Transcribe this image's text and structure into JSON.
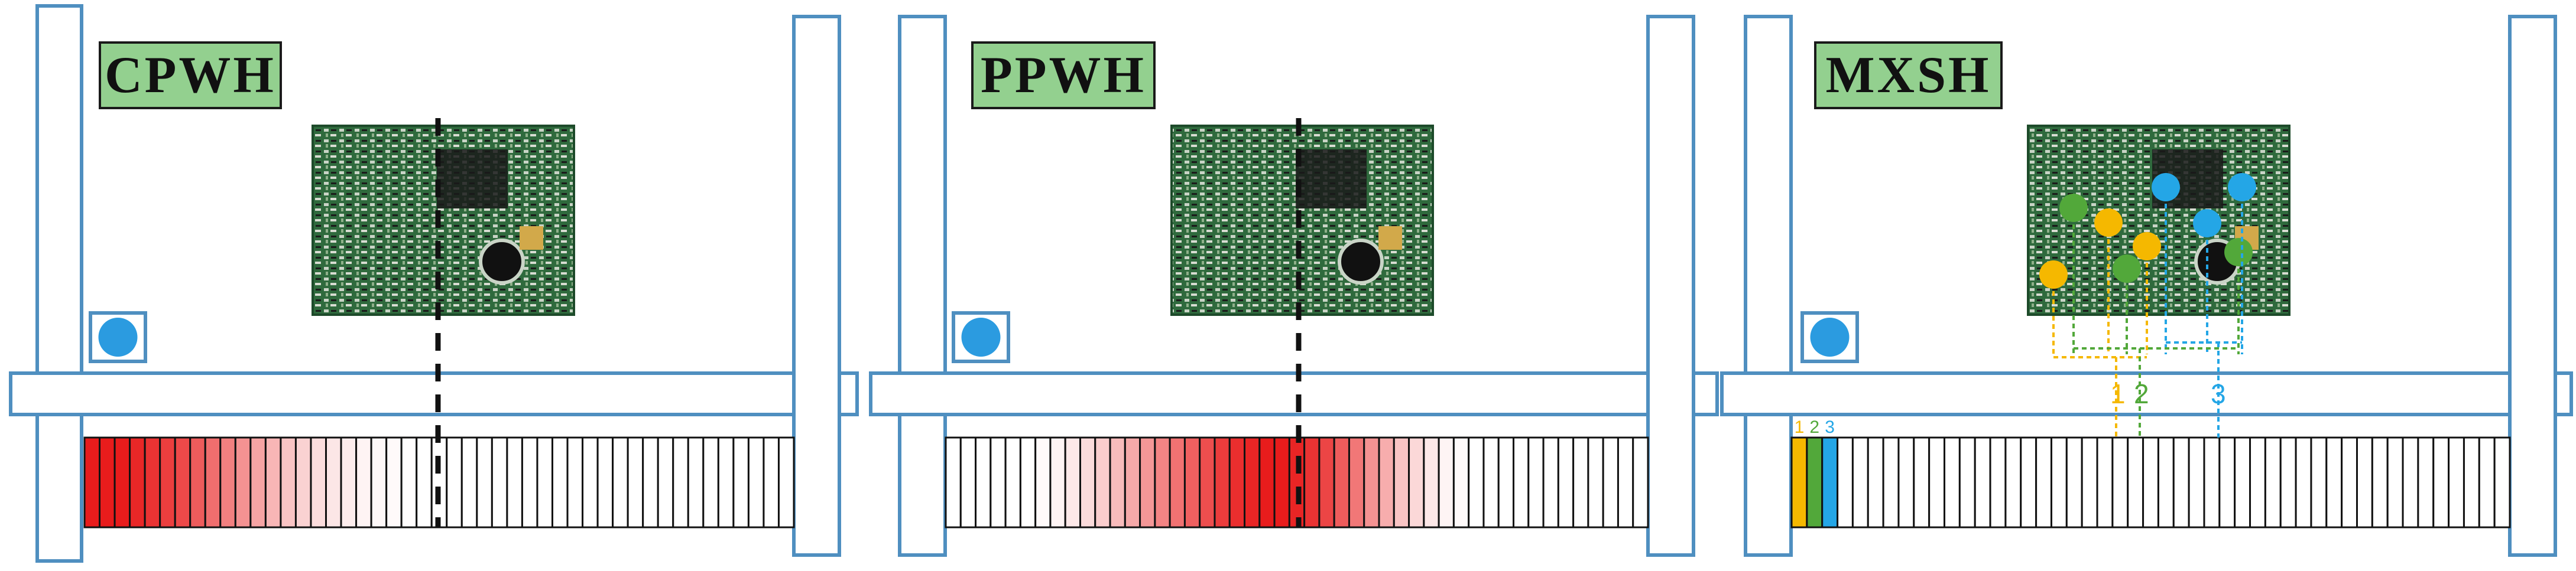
{
  "colors": {
    "frame": "#4f8fc0",
    "title_fill": "#93d08f",
    "title_border": "#1a1a1a",
    "nozzle_button": "#2b9be0",
    "heat_red": "#e81c1c",
    "grid_line": "#111111",
    "guide_dash": "#111111",
    "pcb_green": "#2f6a3d",
    "nozzle_1": "#f5b800",
    "nozzle_2": "#52a83a",
    "nozzle_3": "#24a6e6"
  },
  "panels": [
    {
      "id": "cpwh",
      "title": "CPWH",
      "heat_profile": [
        1,
        1,
        1,
        0.95,
        0.9,
        0.85,
        0.8,
        0.72,
        0.64,
        0.56,
        0.48,
        0.4,
        0.32,
        0.26,
        0.2,
        0.15,
        0.11,
        0.08,
        0.05,
        0.03,
        0.02,
        0.01,
        0,
        0,
        0,
        0,
        0,
        0,
        0,
        0,
        0,
        0,
        0,
        0,
        0,
        0,
        0,
        0,
        0,
        0,
        0,
        0,
        0,
        0,
        0,
        0,
        0
      ],
      "legend": []
    },
    {
      "id": "ppwh",
      "title": "PPWH",
      "heat_profile": [
        0,
        0,
        0,
        0,
        0,
        0,
        0.02,
        0.05,
        0.1,
        0.16,
        0.22,
        0.3,
        0.38,
        0.46,
        0.54,
        0.62,
        0.7,
        0.78,
        0.86,
        0.92,
        0.96,
        1,
        1,
        0.96,
        0.9,
        0.82,
        0.72,
        0.6,
        0.48,
        0.36,
        0.26,
        0.17,
        0.1,
        0.05,
        0.02,
        0,
        0,
        0,
        0,
        0,
        0,
        0,
        0,
        0,
        0,
        0,
        0
      ],
      "legend": []
    },
    {
      "id": "mxsh",
      "title": "MXSH",
      "heat_profile": [],
      "legend": [
        {
          "label": "1",
          "color_key": "nozzle_1"
        },
        {
          "label": "2",
          "color_key": "nozzle_2"
        },
        {
          "label": "3",
          "color_key": "nozzle_3"
        }
      ],
      "groups": [
        {
          "label": "1",
          "color_key": "nozzle_1"
        },
        {
          "label": "2",
          "color_key": "nozzle_2"
        },
        {
          "label": "3",
          "color_key": "nozzle_3"
        }
      ]
    }
  ]
}
